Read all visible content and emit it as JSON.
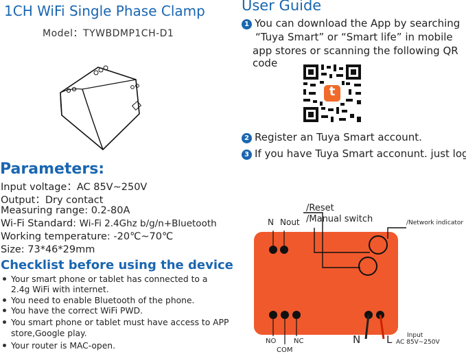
{
  "title": "1CH WiFi Single Phase Clamp",
  "model": "Model：TYWBDMP1CH-D1",
  "guide": {
    "title": "User Guide",
    "step1_lines": [
      "You can download the App by searching",
      "“Tuya Smart” or  “Smart life”  in mobile",
      "app stores or scanning the following QR",
      "code"
    ],
    "step1_num": "1",
    "step2_num": "2",
    "step2": "Register an Tuya Smart account.",
    "step3_num": "3",
    "step3": "If you have Tuya Smart acconunt. just login.",
    "qr_logo": "t"
  },
  "parameters": {
    "title": "Parameters:",
    "input_voltage": "Input voltage：AC 85V~250V",
    "output": "Output：Dry contact",
    "measuring_range": "Measuring range: 0.2-80A",
    "wifi_label": "Wi-Fi Standard: ",
    "wifi_value": "Wi-Fi 2.4Ghz b/g/n+Bluetooth",
    "working_temp": "Working temperature: -20℃~70℃",
    "size": "Size: 73*46*29mm"
  },
  "checklist": {
    "title": "Checklist before using the device",
    "item1_a": "Your smart phone or tablet has connected to a",
    "item1_b": "2.4g WiFi with internet.",
    "item2": "You need to enable Bluetooth of the phone.",
    "item3": "You have the correct WiFi PWD.",
    "item4_a": "You smart phone or tablet must have access to APP",
    "item4_b": "store,Google play.",
    "item5": "Your router is MAC-open."
  },
  "diagram": {
    "reset": "/Reset",
    "manual_switch": "/Manual switch",
    "network_indicator": "/Network indicator",
    "n_top": "N",
    "nout": "Nout",
    "no": "NO",
    "com": "COM",
    "nc": "NC",
    "n_bottom": "N",
    "l": "L",
    "input": "Input",
    "input_range": "AC 85V~250V",
    "device_color": "#f0592c",
    "accent": "#1a66b0",
    "label_red": "#cc2200"
  }
}
